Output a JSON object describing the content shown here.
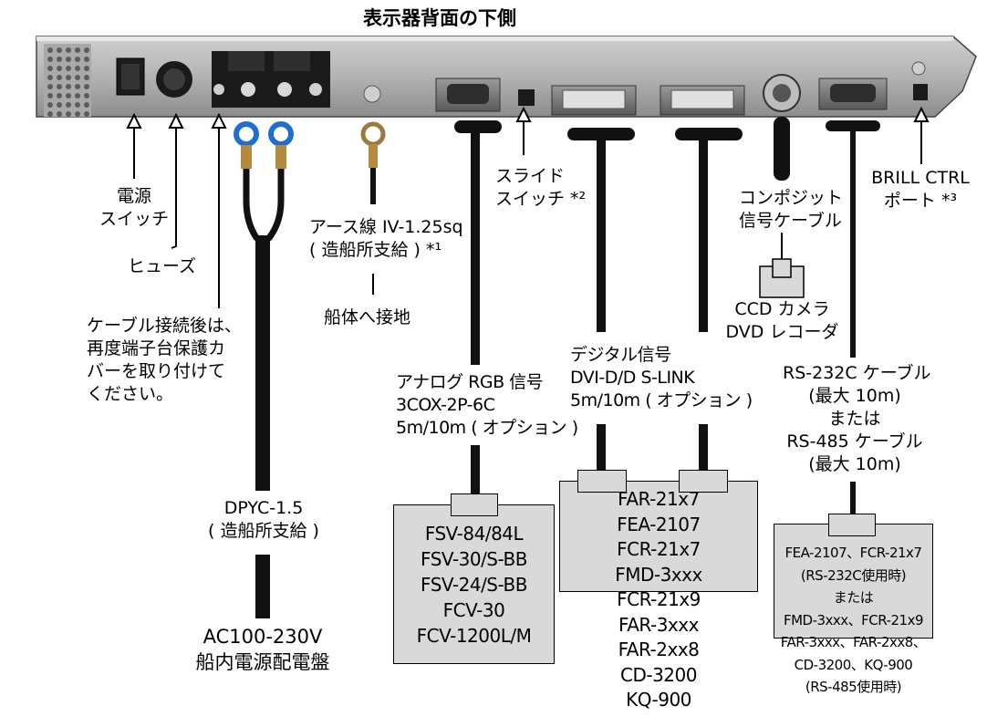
{
  "title": "表示器背面の下側",
  "labels": {
    "power_switch": [
      "電源",
      "スイッチ"
    ],
    "fuse": "ヒューズ",
    "cover_note": [
      "ケーブル接続後は、",
      "再度端子台保護カ",
      "バーを取り付けて",
      "ください。"
    ],
    "ground_wire": [
      "アース線 IV-1.25sq",
      "( 造船所支給 ) *¹"
    ],
    "hull_ground": "船体へ接地",
    "dpyc": [
      "DPYC-1.5",
      "( 造船所支給 )"
    ],
    "ac_power": [
      "AC100-230V",
      "船内電源配電盤"
    ],
    "slide_switch": [
      "スライド",
      "スイッチ *²"
    ],
    "analog_rgb": [
      "アナログ RGB 信号",
      "3COX-2P-6C",
      "5m/10m ( オプション )"
    ],
    "digital_signal": [
      "デジタル信号",
      "DVI-D/D S-LINK",
      "5m/10m ( オプション )"
    ],
    "composite_cable": [
      "コンポジット",
      "信号ケーブル"
    ],
    "ccd_camera": [
      "CCD カメラ",
      "DVD レコーダ"
    ],
    "brill_port": [
      "BRILL CTRL",
      "ポート *³"
    ],
    "rs_cable": [
      "RS-232C ケーブル",
      "(最大 10m)",
      "または",
      "RS-485 ケーブル",
      "(最大 10m)"
    ]
  },
  "boxes": {
    "analog_devices": [
      "FSV-84/84L",
      "FSV-30/S-BB",
      "FSV-24/S-BB",
      "FCV-30",
      "FCV-1200L/M"
    ],
    "digital_devices": [
      "FAR-21x7",
      "FEA-2107",
      "FCR-21x7",
      "FMD-3xxx",
      "FCR-21x9",
      "FAR-3xxx",
      "FAR-2xx8",
      "CD-3200",
      "KQ-900"
    ],
    "rs_devices": [
      "FEA-2107、FCR-21x7",
      "(RS-232C使用時)",
      "または",
      "FMD-3xxx、FCR-21x9",
      "FAR-3xxx、FAR-2xx8、",
      "CD-3200、KQ-900",
      "(RS-485使用時)"
    ]
  },
  "colors": {
    "panel": "#b8b8b8",
    "panel_dark": "#6e6e6e",
    "box_fill": "#d9d9d9",
    "cable": "#111111",
    "terminal_blue": "#1e6fd0"
  }
}
